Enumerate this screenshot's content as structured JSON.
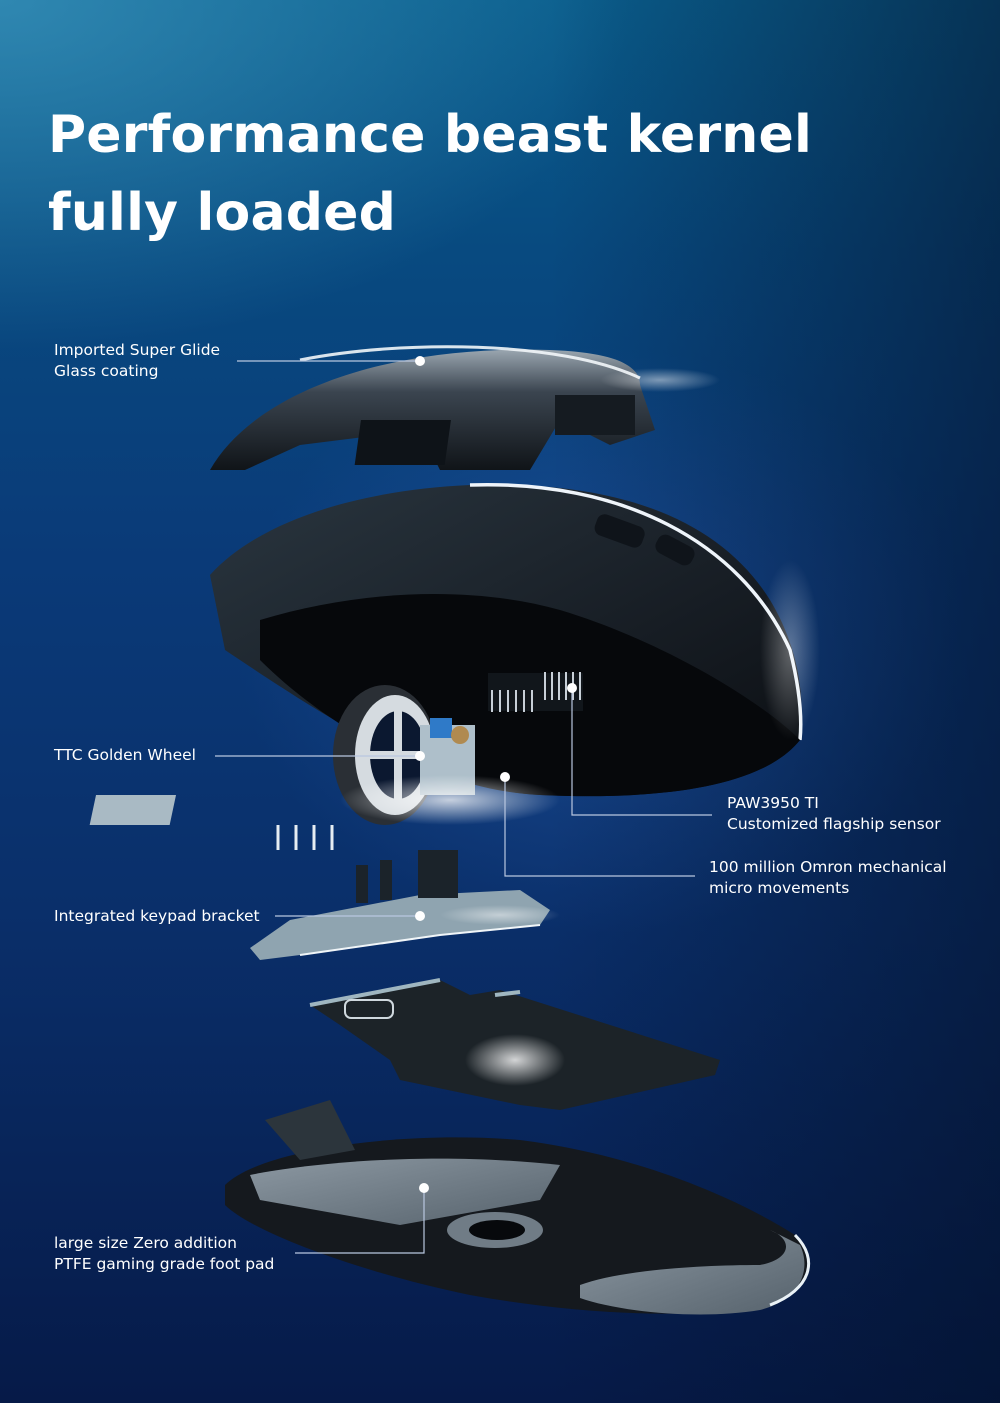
{
  "headline": {
    "line1": "Performance beast kernel",
    "line2": "fully loaded"
  },
  "callouts": [
    {
      "id": "top-shell",
      "lines": [
        "Imported Super Glide",
        "Glass coating"
      ]
    },
    {
      "id": "scroll-wheel",
      "lines": [
        "TTC Golden Wheel"
      ]
    },
    {
      "id": "sensor",
      "lines": [
        "PAW3950 TI",
        "Customized flagship sensor"
      ]
    },
    {
      "id": "switches",
      "lines": [
        "100 million Omron mechanical",
        "micro movements"
      ]
    },
    {
      "id": "bracket",
      "lines": [
        "Integrated keypad bracket"
      ]
    },
    {
      "id": "foot-pad",
      "lines": [
        "large size Zero addition",
        "PTFE gaming grade foot pad"
      ]
    }
  ],
  "colors": {
    "background_top": "#0a5d8c",
    "background_bottom": "#061a48",
    "text": "#ffffff",
    "leader_line": "#b9c7e0"
  }
}
